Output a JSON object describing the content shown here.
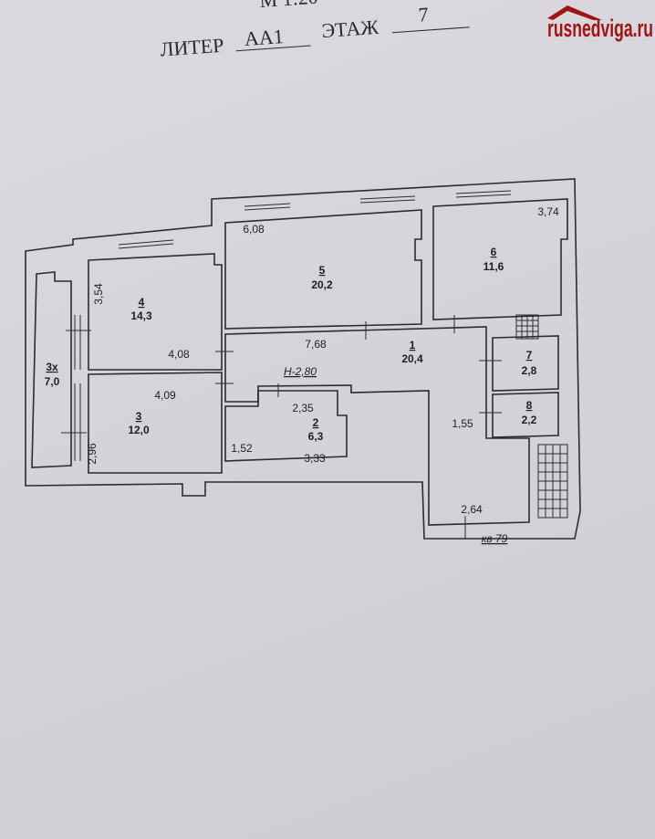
{
  "header": {
    "scale": "М 1:20",
    "liter_label": "ЛИТЕР",
    "liter_value": "АА1",
    "floor_label": "ЭТАЖ",
    "floor_value": "7"
  },
  "watermark": "rusnedviga.ru",
  "plan": {
    "ceiling_height": "Н-2,80",
    "apartment": "кв 79",
    "rooms": [
      {
        "no": "1",
        "area": "20,4"
      },
      {
        "no": "2",
        "area": "6,3"
      },
      {
        "no": "3",
        "area": "12,0"
      },
      {
        "no": "4",
        "area": "14,3"
      },
      {
        "no": "5",
        "area": "20,2"
      },
      {
        "no": "6",
        "area": "11,6"
      },
      {
        "no": "7",
        "area": "2,8"
      },
      {
        "no": "8",
        "area": "2,2"
      },
      {
        "no": "3х",
        "area": "7,0"
      }
    ],
    "dimensions": {
      "r4_h": "3,54",
      "r4_w": "4,08",
      "r3_w": "4,09",
      "r3_h": "2,96",
      "r5_w": "6,08",
      "r6_w": "3,74",
      "r1_w": "7,68",
      "r1_h": "1,55",
      "r1_bottom": "2,64",
      "r2_top": "2,35",
      "r2_h": "1,52",
      "r2_w": "3,33"
    }
  }
}
